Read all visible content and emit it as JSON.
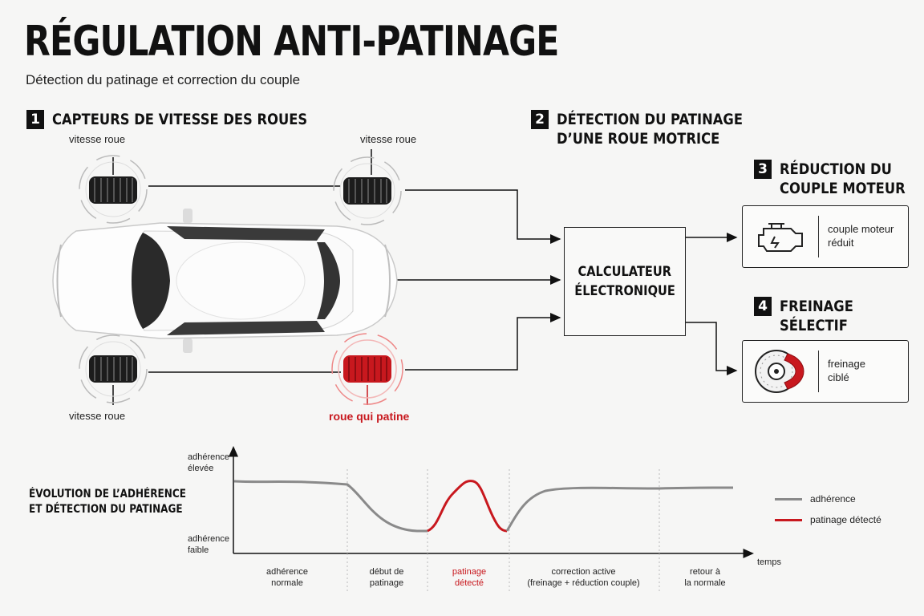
{
  "title": "RÉGULATION ANTI-PATINAGE",
  "subtitle": "Détection du patinage et correction du couple",
  "steps": {
    "s1": {
      "num": "1",
      "line1": "CAPTEURS DE VITESSE DES ROUES"
    },
    "s2": {
      "num": "2",
      "line1": "DÉTECTION DU PATINAGE",
      "line2": "D’UNE ROUE MOTRICE"
    },
    "s3": {
      "num": "3",
      "line1": "RÉDUCTION DU",
      "line2": "COUPLE MOTEUR"
    },
    "s4": {
      "num": "4",
      "line1": "FREINAGE",
      "line2": "SÉLECTIF"
    }
  },
  "wheels": {
    "front_left": "vitesse roue",
    "front_right": "vitesse roue",
    "rear_left": "vitesse roue",
    "rear_right": "roue qui patine"
  },
  "ecu": {
    "line1": "CALCULATEUR",
    "line2": "ÉLECTRONIQUE"
  },
  "outputs": {
    "engine": {
      "line1": "couple moteur",
      "line2": "réduit",
      "icon": "engine-icon"
    },
    "brake": {
      "line1": "freinage",
      "line2": "ciblé",
      "icon": "brake-disc-icon"
    }
  },
  "colors": {
    "accent_red": "#c8181e",
    "adherence_gray": "#8a8a8a",
    "ink": "#111111"
  },
  "chart": {
    "title_line1": "ÉVOLUTION DE L’ADHÉRENCE",
    "title_line2": "ET DÉTECTION DU PATINAGE",
    "y_high_line1": "adhérence",
    "y_high_line2": "élevée",
    "y_low_line1": "adhérence",
    "y_low_line2": "faible",
    "x_label": "temps",
    "phases": [
      {
        "line1": "adhérence",
        "line2": "normale",
        "highlight": false
      },
      {
        "line1": "début de",
        "line2": "patinage",
        "highlight": false
      },
      {
        "line1": "patinage",
        "line2": "détecté",
        "highlight": true
      },
      {
        "line1": "correction active",
        "line2": "(freinage + réduction couple)",
        "highlight": false
      },
      {
        "line1": "retour à",
        "line2": "la normale",
        "highlight": false
      }
    ],
    "legend": [
      {
        "label": "adhérence",
        "color": "#8a8a8a"
      },
      {
        "label": "patinage détecté",
        "color": "#c8181e"
      }
    ]
  }
}
